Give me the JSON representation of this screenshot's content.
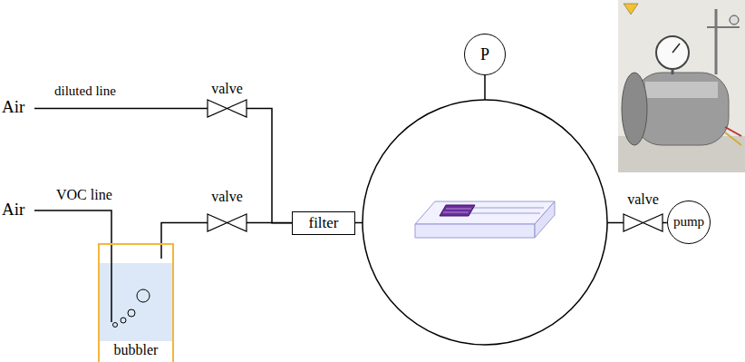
{
  "diagram": {
    "nodes": [
      {
        "text": [
          "valve"
        ]
      },
      {
        "text": [
          "valve"
        ]
      },
      {
        "text": [
          "bubbler"
        ]
      },
      {
        "text": [
          "filter"
        ]
      },
      {
        "text": [
          "P"
        ]
      },
      {
        "text": [
          "valve"
        ]
      },
      {
        "text": [
          "pump"
        ]
      }
    ],
    "edges": [
      {
        "from": 0,
        "to": 3,
        "arrow": "none"
      },
      {
        "from": 1,
        "to": 3,
        "arrow": "none"
      },
      {
        "from": 2,
        "to": 1,
        "arrow": "none"
      },
      {
        "from": 5,
        "to": 6,
        "arrow": "none"
      }
    ],
    "labels": [
      "Air",
      "diluted line",
      "Air",
      "VOC line"
    ]
  }
}
